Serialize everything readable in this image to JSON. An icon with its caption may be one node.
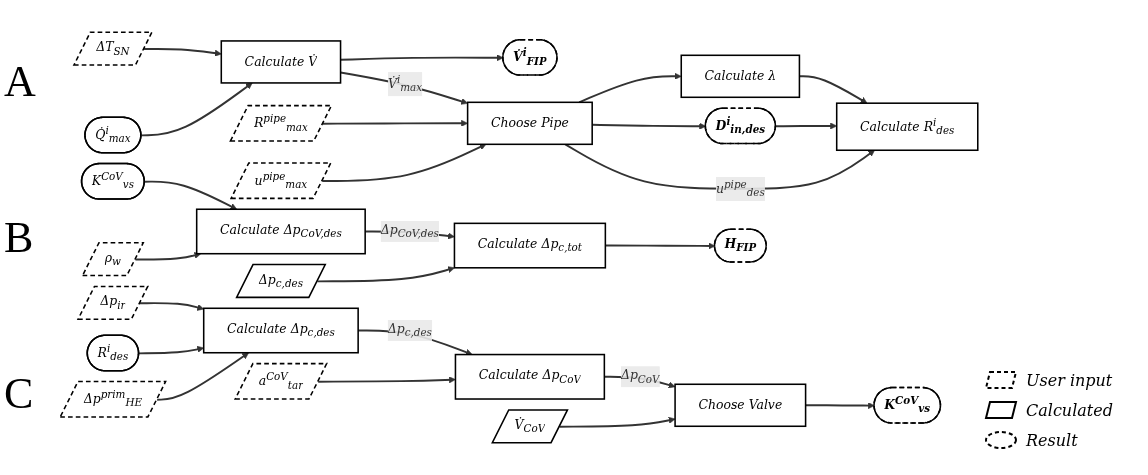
{
  "diagram": {
    "nodes": [
      {
        "text": [
          "ΔT$_{SN}$"
        ]
      },
      {
        "text": [
          "Q̇$^{i}$$_{max}$"
        ]
      },
      {
        "text": [
          "Calculate V̇"
        ]
      },
      {
        "text": [
          "V̇$^{i}$$_{FIP}$"
        ]
      },
      {
        "text": [
          "R$^{pipe}$$_{max}$"
        ]
      },
      {
        "text": [
          "u$^{pipe}$$_{max}$"
        ]
      },
      {
        "text": [
          "Choose Pipe"
        ]
      },
      {
        "text": [
          "Calculate λ"
        ]
      },
      {
        "text": [
          "D$^{i}$$_{in,des}$"
        ]
      },
      {
        "text": [
          "Calculate R$^{i}$$_{des}$"
        ]
      },
      {
        "text": [
          "Δp$_{ir}$"
        ]
      },
      {
        "text": [
          "R$^{i}$$_{des}$"
        ]
      },
      {
        "text": [
          "Δp$^{prim}$$_{HE}$"
        ]
      },
      {
        "text": [
          "Calculate Δp$_{c,des}$"
        ]
      },
      {
        "text": [
          "a$^{CoV}$$_{tar}$"
        ]
      },
      {
        "text": [
          "Calculate Δp$_{CoV}$"
        ]
      },
      {
        "text": [
          "V̇$_{CoV}$"
        ]
      },
      {
        "text": [
          "Choose Valve"
        ]
      },
      {
        "text": [
          "K$^{CoV}$$_{vs}$"
        ]
      },
      {
        "text": [
          "K$^{CoV}$$_{vs}$"
        ]
      },
      {
        "text": [
          "ρ$_{w}$"
        ]
      },
      {
        "text": [
          "Calculate Δp$_{CoV,des}$"
        ]
      },
      {
        "text": [
          "Δp$_{c,des}$"
        ]
      },
      {
        "text": [
          "Calculate Δp$_{c,tot}$"
        ]
      },
      {
        "text": [
          "H$_{FIP}$"
        ]
      }
    ],
    "edges": [
      {
        "from": 0,
        "to": 2,
        "arrow": "to"
      },
      {
        "from": 1,
        "to": 2,
        "arrow": "to"
      },
      {
        "from": 2,
        "to": 6,
        "arrow": "to",
        "label": "V̇$^{i}$$_{max}$"
      },
      {
        "from": 2,
        "to": 3,
        "arrow": "to"
      },
      {
        "from": 4,
        "to": 6,
        "arrow": "to"
      },
      {
        "from": 5,
        "to": 6,
        "arrow": "to"
      },
      {
        "from": 6,
        "to": 7,
        "arrow": "to"
      },
      {
        "from": 7,
        "to": 9,
        "arrow": "to"
      },
      {
        "from": 6,
        "to": 8,
        "arrow": "to"
      },
      {
        "from": 8,
        "to": 9,
        "arrow": "to"
      },
      {
        "from": 6,
        "to": 9,
        "arrow": "to",
        "label": "u$^{pipe}$$_{des}$"
      },
      {
        "from": 10,
        "to": 13,
        "arrow": "to"
      },
      {
        "from": 11,
        "to": 13,
        "arrow": "to"
      },
      {
        "from": 12,
        "to": 13,
        "arrow": "to"
      },
      {
        "from": 13,
        "to": 15,
        "arrow": "to",
        "label": "Δp$_{c,des}$"
      },
      {
        "from": 14,
        "to": 15,
        "arrow": "to"
      },
      {
        "from": 15,
        "to": 17,
        "arrow": "to",
        "label": "Δp$_{CoV}$"
      },
      {
        "from": 16,
        "to": 17,
        "arrow": "to"
      },
      {
        "from": 17,
        "to": 18,
        "arrow": "to"
      },
      {
        "from": 19,
        "to": 21,
        "arrow": "to"
      },
      {
        "from": 20,
        "to": 21,
        "arrow": "to"
      },
      {
        "from": 21,
        "to": 23,
        "arrow": "to",
        "label": "Δp$_{CoV,des}$"
      },
      {
        "from": 22,
        "to": 23,
        "arrow": "to"
      },
      {
        "from": 23,
        "to": 24,
        "arrow": "to"
      }
    ],
    "labels": [
      "A",
      "B",
      "C"
    ],
    "legend": [
      {
        "text": "User input"
      },
      {
        "text": "Calculated"
      },
      {
        "text": "Result"
      }
    ]
  }
}
